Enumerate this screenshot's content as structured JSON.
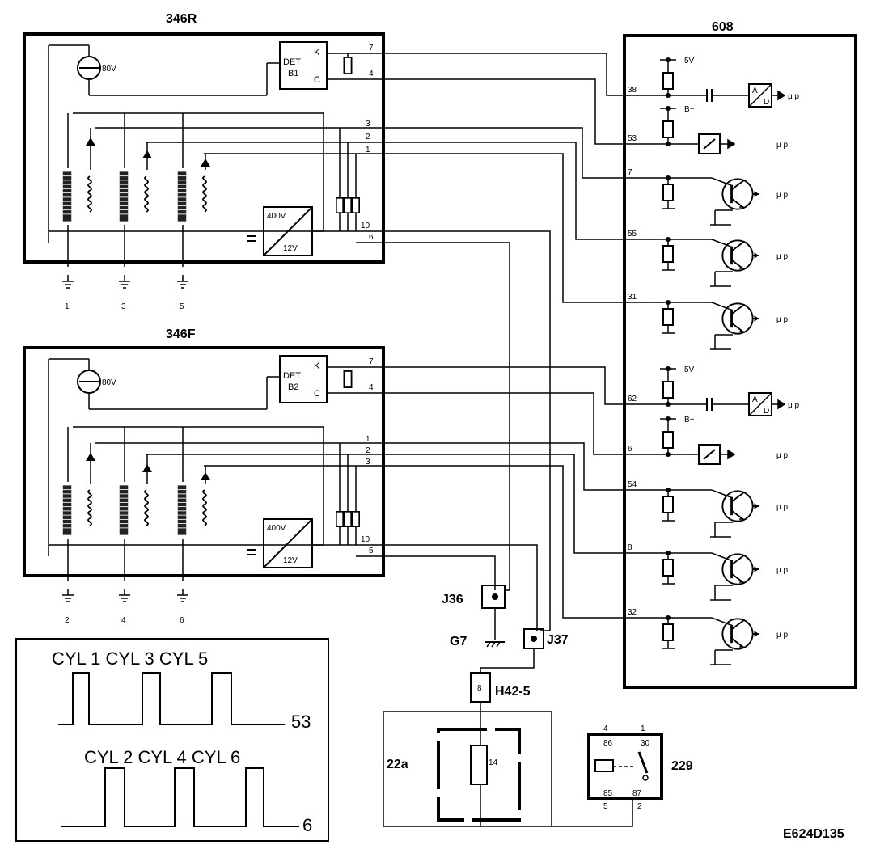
{
  "modules": {
    "rear": {
      "title": "346R",
      "det": "DET",
      "det_id": "B1",
      "k": "K",
      "c": "C",
      "voltage": "80V",
      "conv_in": "400V",
      "conv_out": "12V",
      "pins_top": [
        "7",
        "4"
      ],
      "pins_coil": [
        "3",
        "2",
        "1"
      ],
      "pins_bottom": [
        "10",
        "6"
      ],
      "cylinders": [
        "1",
        "3",
        "5"
      ]
    },
    "front": {
      "title": "346F",
      "det": "DET",
      "det_id": "B2",
      "k": "K",
      "c": "C",
      "voltage": "80V",
      "conv_in": "400V",
      "conv_out": "12V",
      "pins_top": [
        "7",
        "4"
      ],
      "pins_coil": [
        "1",
        "2",
        "3"
      ],
      "pins_bottom": [
        "10",
        "5"
      ],
      "cylinders": [
        "2",
        "4",
        "6"
      ]
    }
  },
  "ecu": {
    "title": "608",
    "pins": [
      "38",
      "53",
      "7",
      "55",
      "31",
      "62",
      "6",
      "54",
      "8",
      "32"
    ],
    "supply_5v": "5V",
    "supply_bplus": "B+",
    "up_label": "μ p",
    "ad_a": "A",
    "ad_d": "D"
  },
  "connectors": {
    "j36": "J36",
    "j37": "J37",
    "g7": "G7",
    "h42": "H42-5",
    "h42_pin": "8"
  },
  "relay": {
    "fuse_box": "22a",
    "fuse_num": "14",
    "id": "229",
    "pins_outer": [
      "4",
      "1",
      "5",
      "2"
    ],
    "pins_inner": [
      "86",
      "30",
      "85",
      "87"
    ]
  },
  "waveform": {
    "row1_label": "CYL 1 CYL 3 CYL 5",
    "row1_pin": "53",
    "row2_label": "CYL 2 CYL 4 CYL 6",
    "row2_pin": "6"
  },
  "footer": {
    "code": "E624D135"
  }
}
